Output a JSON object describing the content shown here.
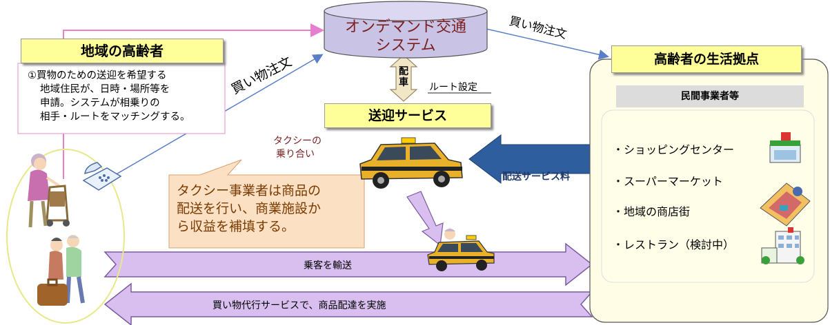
{
  "elderly": {
    "title": "地域の高齢者",
    "description_lines": [
      "①買物のための送迎を希望する",
      "地域住民が、日時・場所等を",
      "申請。システムが相乗りの",
      "相手・ルートをマッチングする。"
    ]
  },
  "system": {
    "line1": "オンデマンド交通",
    "line2": "システム"
  },
  "labels": {
    "order_left": "買い物注文",
    "order_right": "買い物注文",
    "dispatch": "配車",
    "route_setting": "ルート設定",
    "taxi_ride_share_1": "タクシーの",
    "taxi_ride_share_2": "乗り合い",
    "delivery_fee": "配送サービス料"
  },
  "pickup_service": {
    "title": "送迎サービス"
  },
  "callout": {
    "lines": [
      "タクシー事業者は商品の",
      "配送を行い、商業施設か",
      "ら収益を補填する。"
    ]
  },
  "base": {
    "title": "高齢者の生活拠点",
    "subheader": "民間事業者等",
    "items": [
      "・ショッピングセンター",
      "・スーパーマーケット",
      "・地域の商店街",
      "・レストラン（検討中）"
    ]
  },
  "arrows": {
    "transport": "乗客を輸送",
    "delivery": "買い物代行サービスで、商品配達を実施"
  },
  "colors": {
    "title_fill": "#ffff99",
    "system_fill": "#c9c3e6",
    "system_text": "#7b1f1f",
    "callout_fill": "#fbe0c4",
    "callout_text": "#7b3b00",
    "arrow_fill": "#d8bff0",
    "arrow_stroke": "#7a5aa0",
    "base_fill": "#fffde6",
    "base_inner": "#fffee8",
    "blue_arrow": "#2e5e9e",
    "pink_line": "#e77fd1",
    "blue_line": "#5b7fc7"
  },
  "icons": [
    "telephone-icon",
    "taxi-icon",
    "elderly-woman-icon",
    "elderly-couple-icon",
    "shopping-center-icon",
    "shopping-street-icon",
    "restaurant-icon"
  ]
}
